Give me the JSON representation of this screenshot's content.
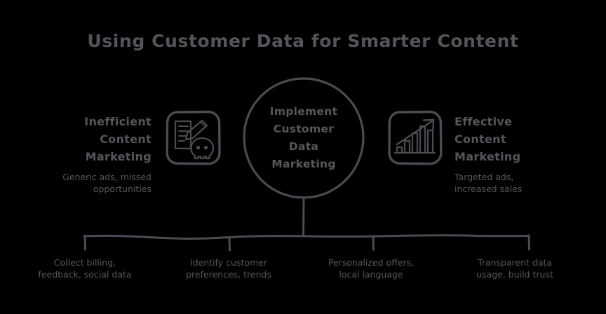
{
  "title": "Using Customer Data for Smarter Content",
  "center": {
    "label": "Implement Customer Data Marketing",
    "lines": [
      "Implement",
      "Customer",
      "Data",
      "Marketing"
    ]
  },
  "left": {
    "icon": "document-pencil-skull-icon",
    "heading_lines": [
      "Inefficient",
      "Content",
      "Marketing"
    ],
    "heading": "Inefficient Content Marketing",
    "subtitle_lines": [
      "Generic ads, missed",
      "opportunities"
    ],
    "subtitle": "Generic ads, missed opportunities"
  },
  "right": {
    "icon": "growth-chart-icon",
    "heading_lines": [
      "Effective",
      "Content",
      "Marketing"
    ],
    "heading": "Effective Content Marketing",
    "subtitle_lines": [
      "Targeted ads,",
      "increased sales"
    ],
    "subtitle": "Targeted ads, increased sales"
  },
  "branches": [
    {
      "lines": [
        "Collect billing,",
        "feedback, social data"
      ],
      "text": "Collect billing, feedback, social data"
    },
    {
      "lines": [
        "Identify customer",
        "preferences, trends"
      ],
      "text": "Identify customer preferences, trends"
    },
    {
      "lines": [
        "Personalized offers,",
        "local language"
      ],
      "text": "Personalized offers, local language"
    },
    {
      "lines": [
        "Transparent data",
        "usage, build trust"
      ],
      "text": "Transparent data usage, build trust"
    }
  ],
  "colors": {
    "background": "#000000",
    "stroke": "#4a4c50",
    "title_text": "#53555a",
    "heading_text": "#54565b",
    "body_text": "#565858"
  }
}
